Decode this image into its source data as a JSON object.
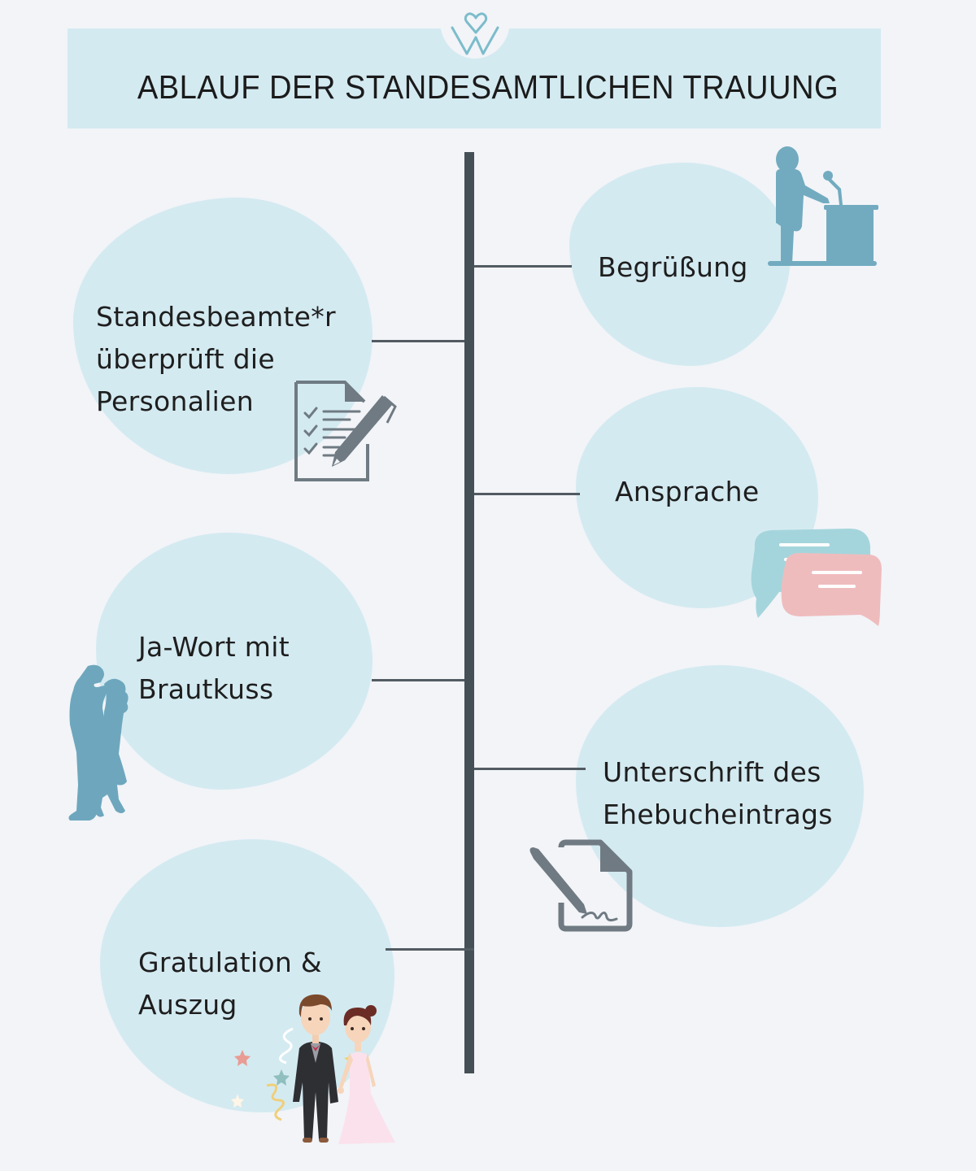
{
  "header": {
    "title": "ABLAUF DER STANDESAMTLICHEN TRAUUNG",
    "logo_icon": "heart-w-logo-icon"
  },
  "timeline": {
    "spine_color": "#454f56",
    "blob_color": "#d4eaf1",
    "background_color": "#f2f4f8",
    "steps": [
      {
        "order": 1,
        "side": "right",
        "lines": [
          "Begrüßung"
        ],
        "icon": "speaker-podium-icon"
      },
      {
        "order": 2,
        "side": "left",
        "lines": [
          "Standesbeamte*r",
          "überprüft die",
          "Personalien"
        ],
        "icon": "checklist-pen-icon"
      },
      {
        "order": 3,
        "side": "right",
        "lines": [
          "Ansprache"
        ],
        "icon": "speech-bubbles-icon"
      },
      {
        "order": 4,
        "side": "left",
        "lines": [
          "Ja-Wort mit",
          "Brautkuss"
        ],
        "icon": "kissing-couple-silhouette-icon"
      },
      {
        "order": 5,
        "side": "right",
        "lines": [
          "Unterschrift des",
          "Ehebucheintrags"
        ],
        "icon": "document-signature-icon"
      },
      {
        "order": 6,
        "side": "left",
        "lines": [
          "Gratulation &",
          "Auszug"
        ],
        "icon": "bride-groom-illustration-icon"
      }
    ]
  },
  "icon_colors": {
    "podium": "#72abc0",
    "document_gray": "#6f7a82",
    "bubble_teal": "#a5d5dc",
    "bubble_pink": "#efbcbd",
    "silhouette": "#6ea7bd"
  }
}
